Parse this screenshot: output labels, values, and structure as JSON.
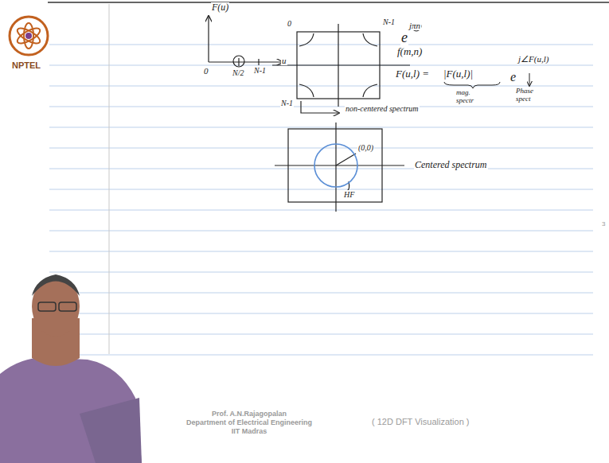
{
  "diagram": {
    "labels": [
      "F(u)",
      "0",
      "N/2",
      "N-1",
      "u",
      "e",
      "jπn",
      "0",
      "N-1",
      "N-1",
      "f(m,n)",
      "F(u,l) =",
      "|F(u,l)|",
      "e",
      "j∠F(u,l)",
      "mag. spectr",
      "Phase spect",
      "non-centered spectrum",
      "(0,0)",
      "HF",
      "Centered spectrum",
      "NPTEL",
      "Prof. A.N.Rajagopalan",
      "Department of Electrical Engineering",
      "IIT Madras",
      "( 12D DFT Visualization )",
      "3"
    ]
  }
}
